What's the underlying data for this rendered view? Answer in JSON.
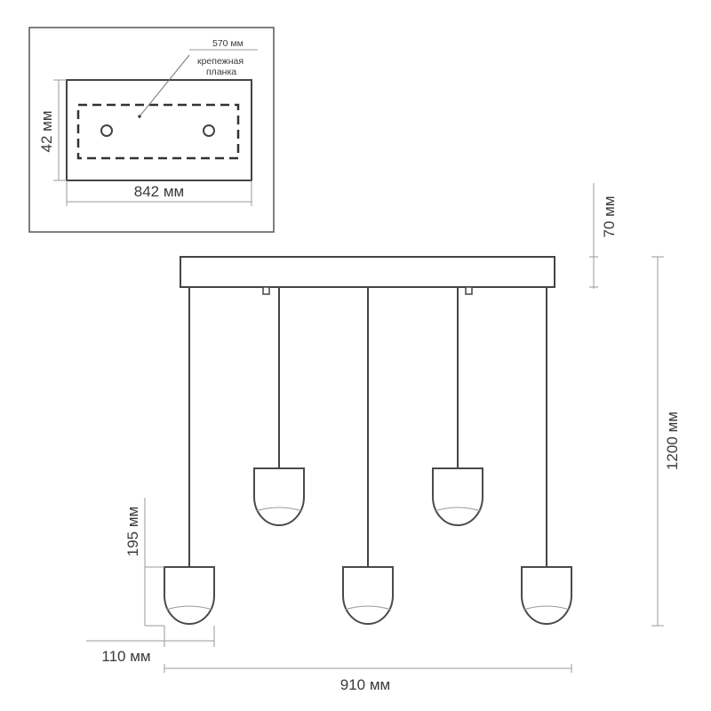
{
  "top_view": {
    "bracket_width": "570 мм",
    "bracket_label_line1": "крепежная",
    "bracket_label_line2": "планка",
    "height": "42 мм",
    "length": "842 мм"
  },
  "front_view": {
    "canopy_height": "70 мм",
    "total_height": "1200 мм",
    "shade_height": "195 мм",
    "shade_width": "110 мм",
    "total_width": "910 мм"
  }
}
